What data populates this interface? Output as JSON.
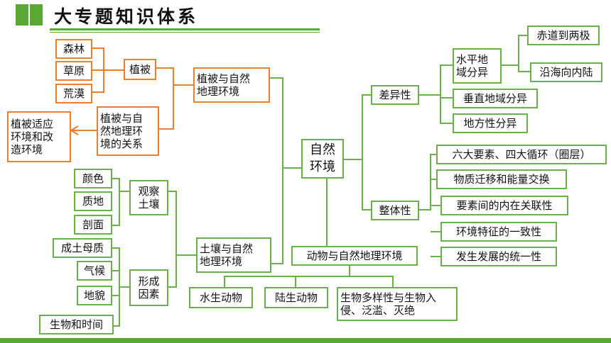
{
  "title": "大专题知识体系",
  "colors": {
    "accent_green": "#6ab04c",
    "accent_orange": "#ed7d31",
    "bar_green": "#5aa834"
  },
  "nodes": {
    "senlin": "森林",
    "caoyuan": "草原",
    "huangmo": "荒漠",
    "zhibei": "植被",
    "zhibei_env_relation": "植被与自\n然地理环\n境的关系",
    "adapt_modify": "植被适应\n环境和改\n造环境",
    "zhibei_env": "植被与自然\n地理环境",
    "yanse": "颜色",
    "zhidi": "质地",
    "poumian": "剖面",
    "observe_soil": "观察\n土壤",
    "parent_material": "成土母质",
    "qihou": "气候",
    "dimao": "地貌",
    "bio_time": "生物和时间",
    "formation": "形成\n因素",
    "soil_env": "土壤与自然\n地理环境",
    "natural_env": "自然\n环境",
    "animal_env": "动物与自然地理环境",
    "aquatic": "水生动物",
    "terrestrial": "陆生动物",
    "biodiversity": "生物多样性与生物入\n侵、泛滥、灭绝",
    "difference": "差异性",
    "horizontal": "水平地\n域分异",
    "equator_pole": "赤道到两极",
    "coast_inland": "沿海向内陆",
    "vertical": "垂直地域分异",
    "local": "地方性分异",
    "integrity": "整体性",
    "six_four": "六大要素、四大循环（圈层）",
    "material_energy": "物质迁移和能量交换",
    "internal_link": "要素间的内在关联性",
    "consistency": "环境特征的一致性",
    "unity": "发生发展的统一性"
  }
}
